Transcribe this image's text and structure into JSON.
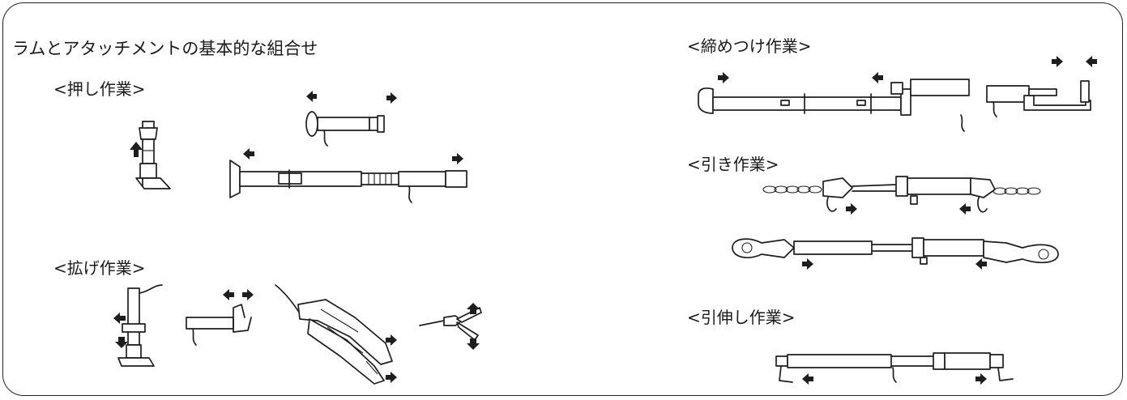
{
  "diagram": {
    "title": "ラムとアタッチメントの基本的な組合せ",
    "sections": {
      "push": "<押し作業>",
      "spread": "<拡げ作業>",
      "clamp": "<締めつけ作業>",
      "pull": "<引き作業>",
      "stretch": "<引伸し作業>"
    }
  }
}
